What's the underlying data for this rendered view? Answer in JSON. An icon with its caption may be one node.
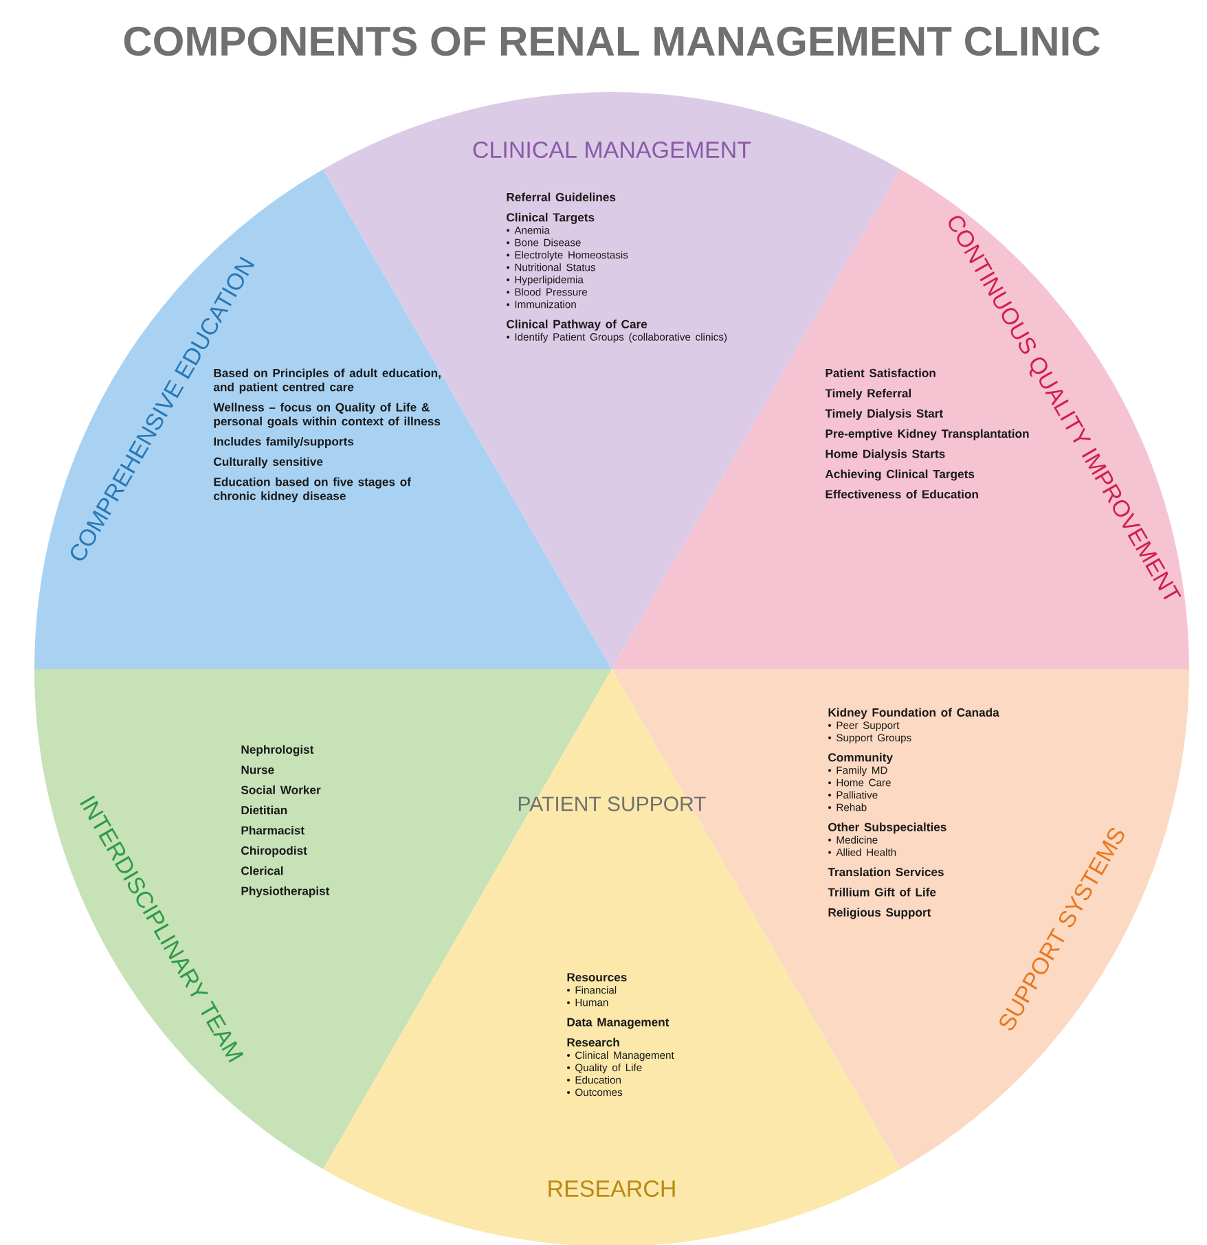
{
  "diagram": {
    "title": "COMPONENTS OF RENAL MANAGEMENT CLINIC",
    "nodes": [
      {
        "text": [
          "CLINICAL MANAGEMENT",
          "Referral Guidelines",
          "Clinical Targets",
          "• Anemia",
          "• Bone Disease",
          "• Electrolyte Homeostasis",
          "• Nutritional Status",
          "• Hyperlipidemia",
          "• Blood Pressure",
          "• Immunization",
          "Clinical Pathway of Care",
          "• Identify Patient Groups (collaborative clinics)"
        ]
      },
      {
        "text": [
          "COMPREHENSIVE EDUCATION",
          "Based on Principles of adult education, and patient centred care",
          "Wellness – focus on Quality of Life & personal goals within context of illness",
          "Includes family/supports",
          "Culturally sensitive",
          "Education based on five stages of chronic kidney disease"
        ]
      },
      {
        "text": [
          "CONTINUOUS QUALITY IMPROVEMENT",
          "Patient Satisfaction",
          "Timely Referral",
          "Timely Dialysis Start",
          "Pre-emptive Kidney Transplantation",
          "Home Dialysis Starts",
          "Achieving Clinical Targets",
          "Effectiveness of Education"
        ]
      },
      {
        "text": [
          "INTERDISCIPLINARY TEAM",
          "Nephrologist",
          "Nurse",
          "Social Worker",
          "Dietitian",
          "Pharmacist",
          "Chiropodist",
          "Clerical",
          "Physiotherapist"
        ]
      },
      {
        "text": [
          "SUPPORT SYSTEMS",
          "Kidney Foundation of Canada",
          "• Peer Support",
          "• Support Groups",
          "Community",
          "• Family MD",
          "• Home Care",
          "• Palliative",
          "• Rehab",
          "Other Subspecialties",
          "• Medicine",
          "• Allied Health",
          "Translation Services",
          "Trillium Gift of Life",
          "Religious Support"
        ]
      },
      {
        "text": [
          "RESEARCH",
          "Resources",
          "• Financial",
          "• Human",
          "Data Management",
          "Research",
          "• Clinical Management",
          "• Quality of Life",
          "• Education",
          "• Outcomes"
        ]
      }
    ],
    "labels": [
      "PATIENT SUPPORT"
    ]
  }
}
